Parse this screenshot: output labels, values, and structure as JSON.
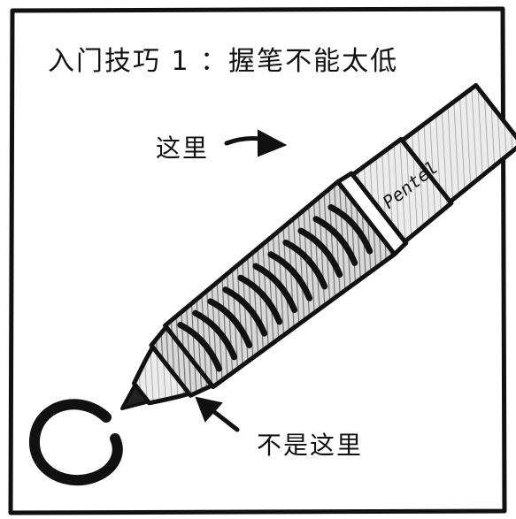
{
  "title": "入门技巧 1 ：握笔不能太低",
  "labels": {
    "here": "这里",
    "not_here": "不是这里"
  },
  "pen": {
    "brand_text": "Pentel",
    "grip_ridges": 11
  },
  "colors": {
    "ink": "#111111",
    "paper": "#ffffff",
    "shade": "#9a9a9a"
  }
}
